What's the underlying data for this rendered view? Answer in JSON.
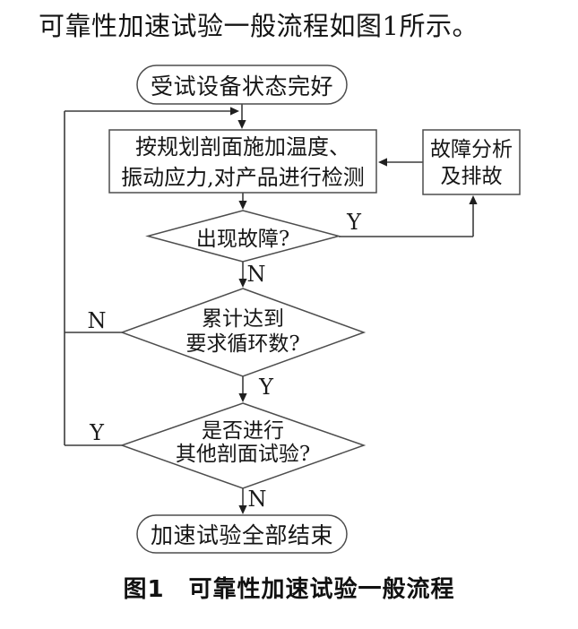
{
  "document": {
    "intro": "可靠性加速试验一般流程如图1所示。",
    "figure_caption": "图1　可靠性加速试验一般流程"
  },
  "flowchart": {
    "start_node": "受试设备状态完好",
    "process_node": {
      "line1": "按规划剖面施加温度、",
      "line2": "振动应力,对产品进行检测"
    },
    "fault_node": {
      "line1": "故障分析",
      "line2": "及排故"
    },
    "decision_fault": {
      "text": "出现故障?",
      "yes": "Y",
      "no": "N"
    },
    "decision_cycles": {
      "line1": "累计达到",
      "line2": "要求循环数?",
      "yes": "Y",
      "no": "N"
    },
    "decision_profiles": {
      "line1": "是否进行",
      "line2": "其他剖面试验?",
      "yes": "Y",
      "no": "N"
    },
    "end_node": "加速试验全部结束",
    "colors": {
      "shape_stroke": "#4d4d4d",
      "connector": "#3c3c3c",
      "text": "#161616"
    }
  }
}
